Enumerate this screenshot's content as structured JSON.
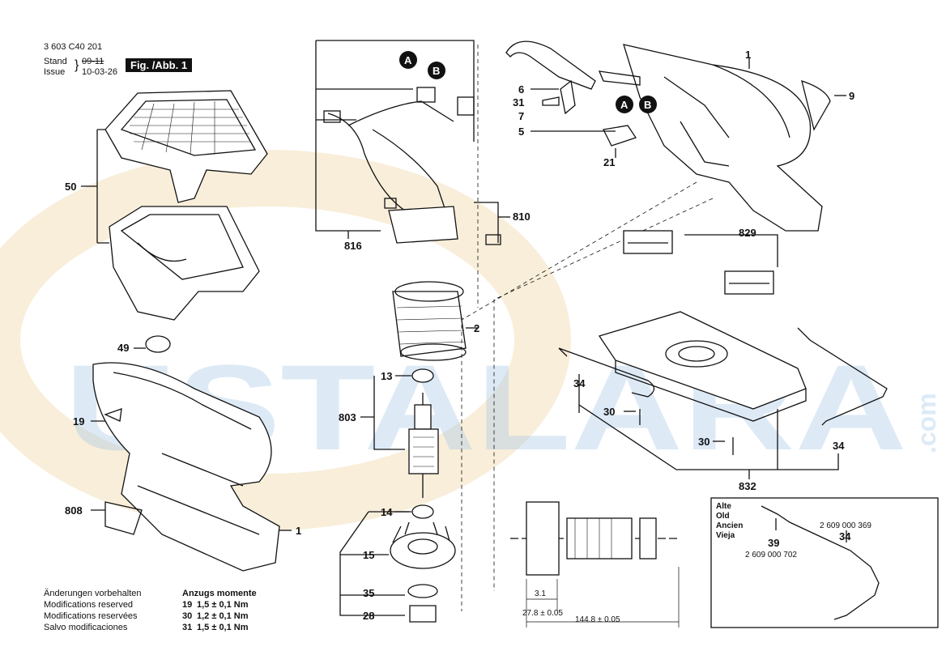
{
  "header": {
    "doc_number": "3 603 C40 201",
    "stand_label": "Stand",
    "issue_label": "Issue",
    "stand_old": "09-11",
    "issue_date": "10-03-26",
    "figure": "Fig. /Abb. 1"
  },
  "watermark": {
    "text": "USTALARA",
    "suffix": ".com",
    "color": "#9fc4e6"
  },
  "callouts": {
    "c1a": "1",
    "c1b": "1",
    "c2": "2",
    "c5": "5",
    "c6": "6",
    "c7": "7",
    "c9": "9",
    "c13": "13",
    "c14": "14",
    "c15": "15",
    "c19": "19",
    "c21": "21",
    "c28": "28",
    "c30a": "30",
    "c30b": "30",
    "c31": "31",
    "c34a": "34",
    "c34b": "34",
    "c35": "35",
    "c49": "49",
    "c50": "50",
    "c803": "803",
    "c808": "808",
    "c810": "810",
    "c816": "816",
    "c829": "829",
    "c832": "832"
  },
  "connectors": {
    "a": "A",
    "b": "B"
  },
  "dimensions": {
    "d1": "3.1",
    "d2": "27.8 ± 0.05",
    "d3": "144.8 ± 0.05"
  },
  "old_box": {
    "labels": [
      "Alte",
      "Old",
      "Ancien",
      "Vieja"
    ],
    "part39": "39",
    "part34": "34",
    "num39": "2 609 000 702",
    "num34": "2 609 000 369"
  },
  "notes": [
    "Änderungen vorbehalten",
    "Modifications reserved",
    "Modifications reservées",
    "Salvo modificaciones"
  ],
  "torque": {
    "title": "Anzugs momente",
    "rows": [
      {
        "part": "19",
        "value": "1,5 ± 0,1 Nm"
      },
      {
        "part": "30",
        "value": "1,2 ± 0,1 Nm"
      },
      {
        "part": "31",
        "value": "1,5 ± 0,1 Nm"
      }
    ]
  }
}
